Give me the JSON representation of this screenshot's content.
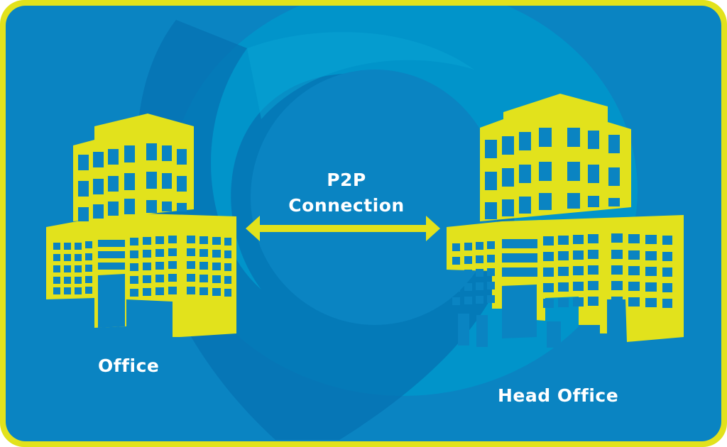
{
  "diagram": {
    "title": "P2P Connection",
    "connection_label_line1": "P2P",
    "connection_label_line2": "Connection",
    "nodes": [
      {
        "id": "office",
        "label": "Office",
        "icon": "building-icon"
      },
      {
        "id": "head-office",
        "label": "Head Office",
        "icon": "building-icon"
      }
    ],
    "edges": [
      {
        "from": "office",
        "to": "head-office",
        "type": "bidirectional-arrow",
        "label": "P2P Connection"
      }
    ]
  },
  "colors": {
    "frame": "#e2e21c",
    "background": "#0a84c2",
    "background_light": "#0098cc",
    "background_dark": "#0672b2",
    "building": "#e2e21c",
    "arrow": "#e2e21c",
    "text": "#ffffff"
  }
}
